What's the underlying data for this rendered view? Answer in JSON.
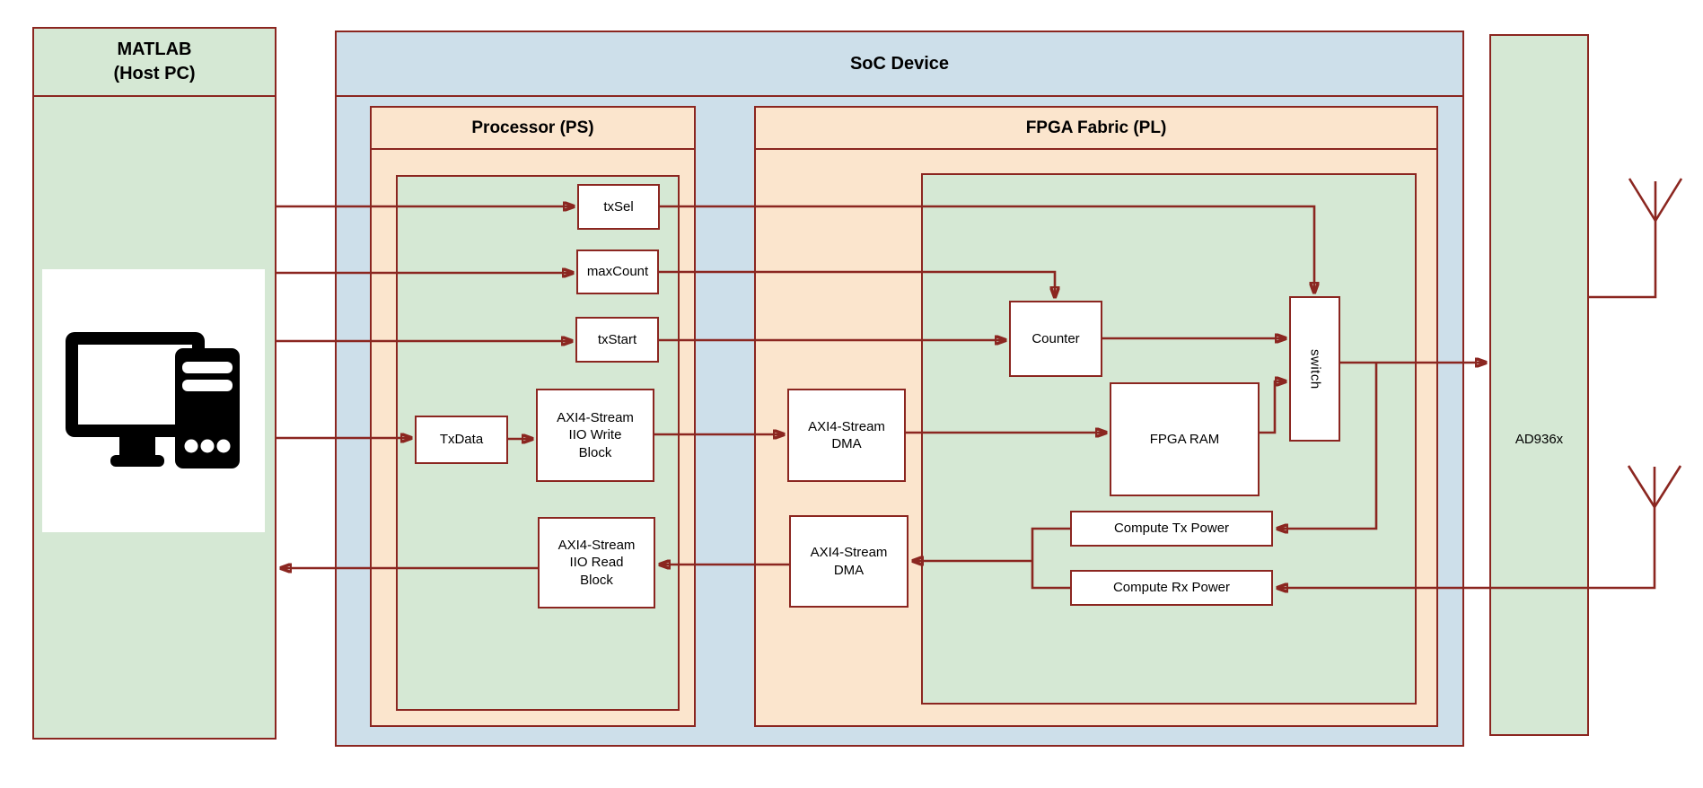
{
  "diagram": {
    "matlab": {
      "title_line1": "MATLAB",
      "title_line2": "(Host PC)"
    },
    "soc": {
      "title": "SoC Device"
    },
    "ps": {
      "title": "Processor (PS)"
    },
    "pl": {
      "title": "FPGA Fabric (PL)"
    },
    "ad936x": {
      "label": "AD936x"
    },
    "blocks": {
      "txsel": "txSel",
      "maxcount": "maxCount",
      "txstart": "txStart",
      "txdata": "TxData",
      "iio_write": "AXI4-Stream IIO Write Block",
      "iio_read": "AXI4-Stream IIO Read Block",
      "dma_top": "AXI4-Stream DMA",
      "dma_bottom": "AXI4-Stream DMA",
      "counter": "Counter",
      "fpga_ram": "FPGA RAM",
      "switch": "switch",
      "compute_tx": "Compute Tx Power",
      "compute_rx": "Compute Rx Power"
    },
    "icons": {
      "computer": "host-pc-computer-icon",
      "antenna_top": "tx-antenna-icon",
      "antenna_bottom": "rx-antenna-icon"
    },
    "colors": {
      "stroke": "#8b2620",
      "green_fill": "#d5e8d4",
      "blue_fill": "#cddfea",
      "tan_fill": "#fbe5cd",
      "block_fill": "#ffffff",
      "text": "#000000"
    },
    "edges": [
      {
        "from": "MATLAB (Host PC)",
        "to": "txSel"
      },
      {
        "from": "MATLAB (Host PC)",
        "to": "maxCount"
      },
      {
        "from": "MATLAB (Host PC)",
        "to": "txStart"
      },
      {
        "from": "MATLAB (Host PC)",
        "to": "TxData"
      },
      {
        "from": "TxData",
        "to": "AXI4-Stream IIO Write Block"
      },
      {
        "from": "AXI4-Stream IIO Write Block",
        "to": "AXI4-Stream DMA (top)"
      },
      {
        "from": "AXI4-Stream DMA (top)",
        "to": "FPGA RAM"
      },
      {
        "from": "txSel",
        "to": "switch"
      },
      {
        "from": "maxCount",
        "to": "Counter"
      },
      {
        "from": "txStart",
        "to": "Counter"
      },
      {
        "from": "Counter",
        "to": "switch"
      },
      {
        "from": "FPGA RAM",
        "to": "switch"
      },
      {
        "from": "switch",
        "to": "AD936x"
      },
      {
        "from": "switch",
        "to": "Compute Tx Power"
      },
      {
        "from": "Compute Tx Power",
        "to": "AXI4-Stream DMA (bottom)"
      },
      {
        "from": "Compute Rx Power",
        "to": "AXI4-Stream DMA (bottom)"
      },
      {
        "from": "AXI4-Stream DMA (bottom)",
        "to": "AXI4-Stream IIO Read Block"
      },
      {
        "from": "AXI4-Stream IIO Read Block",
        "to": "MATLAB (Host PC)"
      },
      {
        "from": "Rx antenna",
        "to": "Compute Rx Power"
      }
    ]
  }
}
